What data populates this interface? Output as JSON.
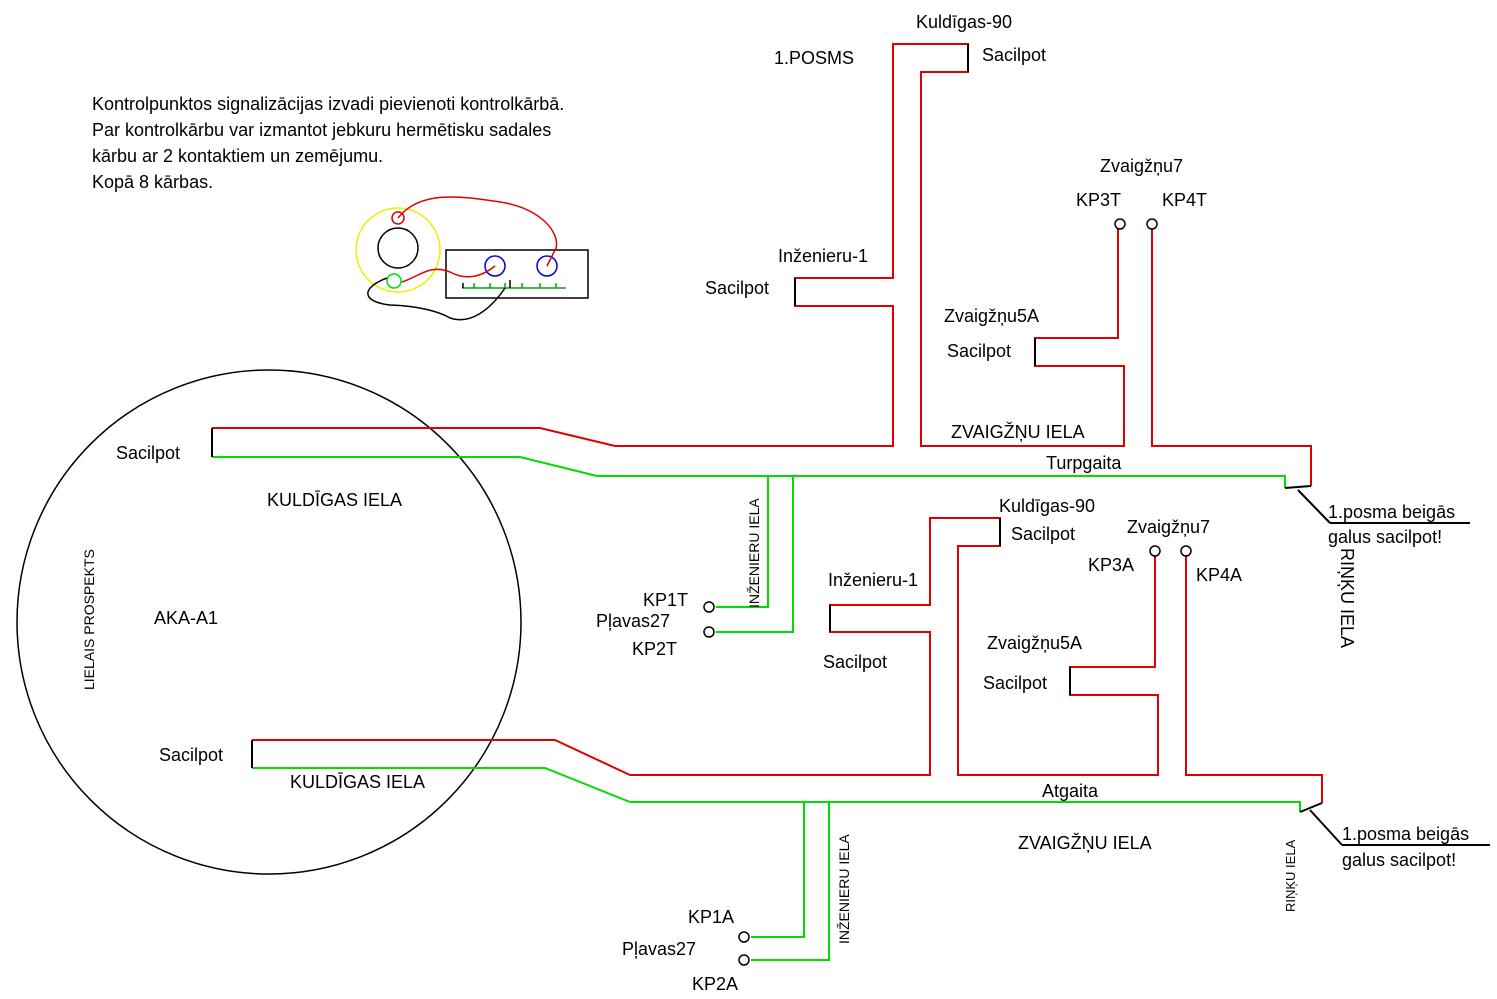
{
  "colors": {
    "red": "#e00000",
    "green": "#00dd00",
    "black": "#000000",
    "blue": "#0000dd",
    "yellow": "#eeee00"
  },
  "notes": {
    "line1": "Kontrolpunktos signalizācijas  izvadi pievienoti kontrolkārbā.",
    "line2": "Par kontrolkārbu var izmantot jebkuru hermētisku sadales",
    "line3": "kārbu ar 2 kontaktiem un zemējumu.",
    "line4": "Kopā 8 kārbas."
  },
  "section_label": "1.POSMS",
  "aka_label": "AKA-A1",
  "streets": {
    "lielais_prospekts": "LIELAIS PROSPEKTS",
    "kuldigas_top": "KULDĪGAS   IELA",
    "kuldigas_bottom": "KULDĪGAS   IELA",
    "inzenieru_top": "INŽENIERU  IELA",
    "inzenieru_bottom": "INŽENIERU IELA",
    "zvaigznu_top": "ZVAIGŽŅU  IELA",
    "zvaigznu_bottom": "ZVAIGŽŅU  IELA",
    "rinku_top": "RIŅĶU  IELA",
    "rinku_bottom": "RIŅĶU  IELA"
  },
  "routes": {
    "turpgaita": "Turpgaita",
    "atgaita": "Atgaita"
  },
  "labels": {
    "sacilpot": "Sacilpot",
    "kuldigas90": "Kuldīgas-90",
    "inzenieru1": "Inženieru-1",
    "zvaigznu5a": "Zvaigžņu5A",
    "zvaigznu7": "Zvaigžņu7",
    "plavas27": "Pļavas27",
    "posma_beigas": "1.posma beigās",
    "galus_sacilpot": "galus sacilpot!"
  },
  "control_points": {
    "kp1t": "KP1T",
    "kp2t": "KP2T",
    "kp3t": "KP3T",
    "kp4t": "KP4T",
    "kp1a": "KP1A",
    "kp2a": "KP2A",
    "kp3a": "KP3A",
    "kp4a": "KP4A"
  }
}
